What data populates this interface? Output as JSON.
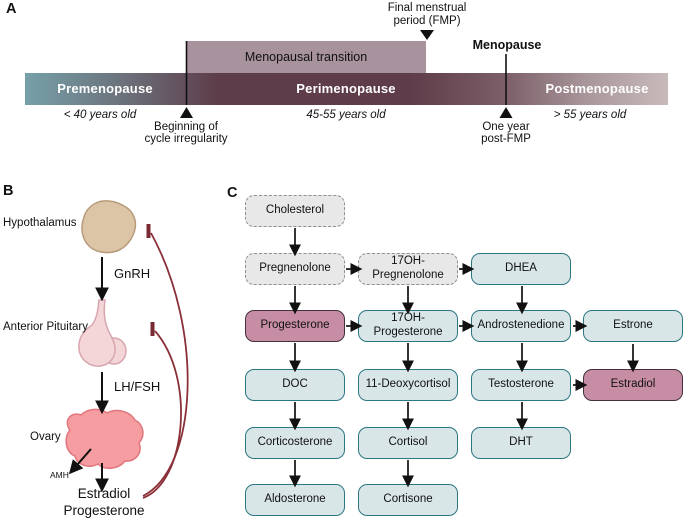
{
  "panelA": {
    "label": "A",
    "fmp_line1": "Final menstrual",
    "fmp_line2": "period (FMP)",
    "menopause": "Menopause",
    "transition": "Menopausal transition",
    "stages": [
      {
        "name": "Premenopause",
        "age": "< 40 years old"
      },
      {
        "name": "Perimenopause",
        "age": "45-55 years old"
      },
      {
        "name": "Postmenopause",
        "age": "> 55 years old"
      }
    ],
    "cycle_line1": "Beginning of",
    "cycle_line2": "cycle irregularity",
    "postfmp_line1": "One year",
    "postfmp_line2": "post-FMP"
  },
  "panelB": {
    "label": "B",
    "labels": {
      "hypothalamus": "Hypothalamus",
      "anterior_pituitary": "Anterior Pituitary",
      "ovary": "Ovary",
      "amh": "AMH",
      "gnrh": "GnRH",
      "lhfsh": "LH/FSH",
      "output1": "Estradiol",
      "output2": "Progesterone"
    }
  },
  "panelC": {
    "label": "C",
    "boxes": [
      {
        "lines": [
          "Cholesterol"
        ],
        "type": "dashed"
      },
      {
        "lines": [
          "Pregnenolone"
        ],
        "type": "dashed"
      },
      {
        "lines": [
          "17OH-",
          "Pregnenolone"
        ],
        "type": "dashed"
      },
      {
        "lines": [
          "DHEA"
        ],
        "type": "teal"
      },
      {
        "lines": [
          "Progesterone"
        ],
        "type": "pink"
      },
      {
        "lines": [
          "17OH-",
          "Progesterone"
        ],
        "type": "teal"
      },
      {
        "lines": [
          "Androstenedione"
        ],
        "type": "teal"
      },
      {
        "lines": [
          "Estrone"
        ],
        "type": "teal"
      },
      {
        "lines": [
          "DOC"
        ],
        "type": "teal"
      },
      {
        "lines": [
          "11-Deoxycortisol"
        ],
        "type": "teal"
      },
      {
        "lines": [
          "Testosterone"
        ],
        "type": "teal"
      },
      {
        "lines": [
          "Estradiol"
        ],
        "type": "pink"
      },
      {
        "lines": [
          "Corticosterone"
        ],
        "type": "teal"
      },
      {
        "lines": [
          "Cortisol"
        ],
        "type": "teal"
      },
      {
        "lines": [
          "DHT"
        ],
        "type": "teal"
      },
      {
        "lines": [
          "Aldosterone"
        ],
        "type": "teal"
      },
      {
        "lines": [
          "Cortisone"
        ],
        "type": "teal"
      }
    ]
  },
  "colors": {
    "bar_teal": "#76a0a9",
    "bar_maroon": "#5e3c49",
    "bar_light": "#c8babb",
    "transition_box": "#a7929d",
    "teal_box_fill": "#d9e6e8",
    "teal_box_border": "#2c7682",
    "dashed_box_fill": "#e8e8e8",
    "dashed_box_border": "#8f8f8f",
    "pink_box_fill": "#c78da4",
    "pink_box_border": "#43303c",
    "feedback_red": "#8b3039",
    "hypothalamus_fill": "#dcc5a7",
    "pituitary_fill": "#f4d5d8",
    "ovary_fill": "#f59da0"
  }
}
